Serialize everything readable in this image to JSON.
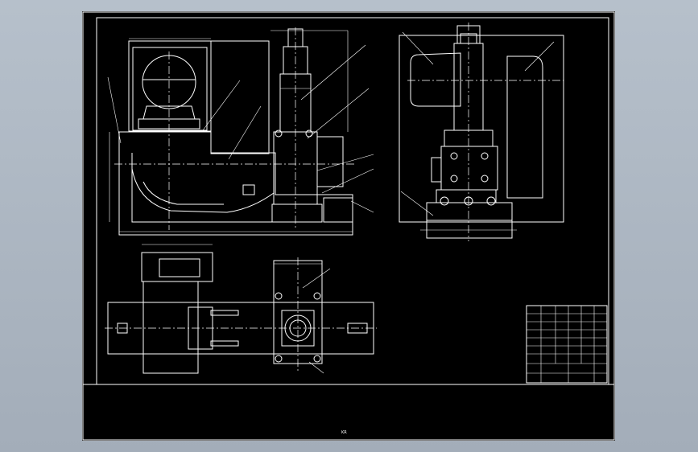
{
  "viewport": {
    "background": "#aab4c0"
  },
  "sheet": {
    "background": "#000000",
    "line_color": "#ffffff"
  },
  "footer": {
    "label": "KR"
  },
  "title_block": {
    "rows": 9,
    "cols": 6
  }
}
